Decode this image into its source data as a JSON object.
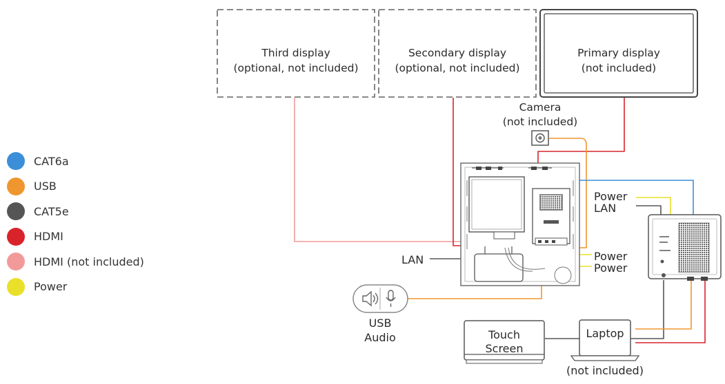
{
  "legend": [
    {
      "label": "CAT6a",
      "color": "#3a8fd8"
    },
    {
      "label": "USB",
      "color": "#f0962e"
    },
    {
      "label": "CAT5e",
      "color": "#555555"
    },
    {
      "label": "HDMI",
      "color": "#d8232a"
    },
    {
      "label": "HDMI (not included)",
      "color": "#f29a9a"
    },
    {
      "label": "Power",
      "color": "#e9e02a"
    }
  ],
  "displays": {
    "third": {
      "line1": "Third display",
      "line2": "(optional, not included)"
    },
    "secondary": {
      "line1": "Secondary display",
      "line2": "(optional, not included)"
    },
    "primary": {
      "line1": "Primary display",
      "line2": "(not included)"
    }
  },
  "camera": {
    "line1": "Camera",
    "line2": "(not included)"
  },
  "labels": {
    "lan_left": "LAN",
    "power_1": "Power",
    "power_2": "Power",
    "power_right": "Power",
    "lan_right": "LAN"
  },
  "usb_audio": {
    "line1": "USB",
    "line2": "Audio"
  },
  "touch_screen": {
    "line1": "Touch",
    "line2": "Screen"
  },
  "laptop": {
    "label": "Laptop",
    "note": "(not included)"
  },
  "icons": [
    "speaker-icon",
    "microphone-icon",
    "camera-icon"
  ]
}
